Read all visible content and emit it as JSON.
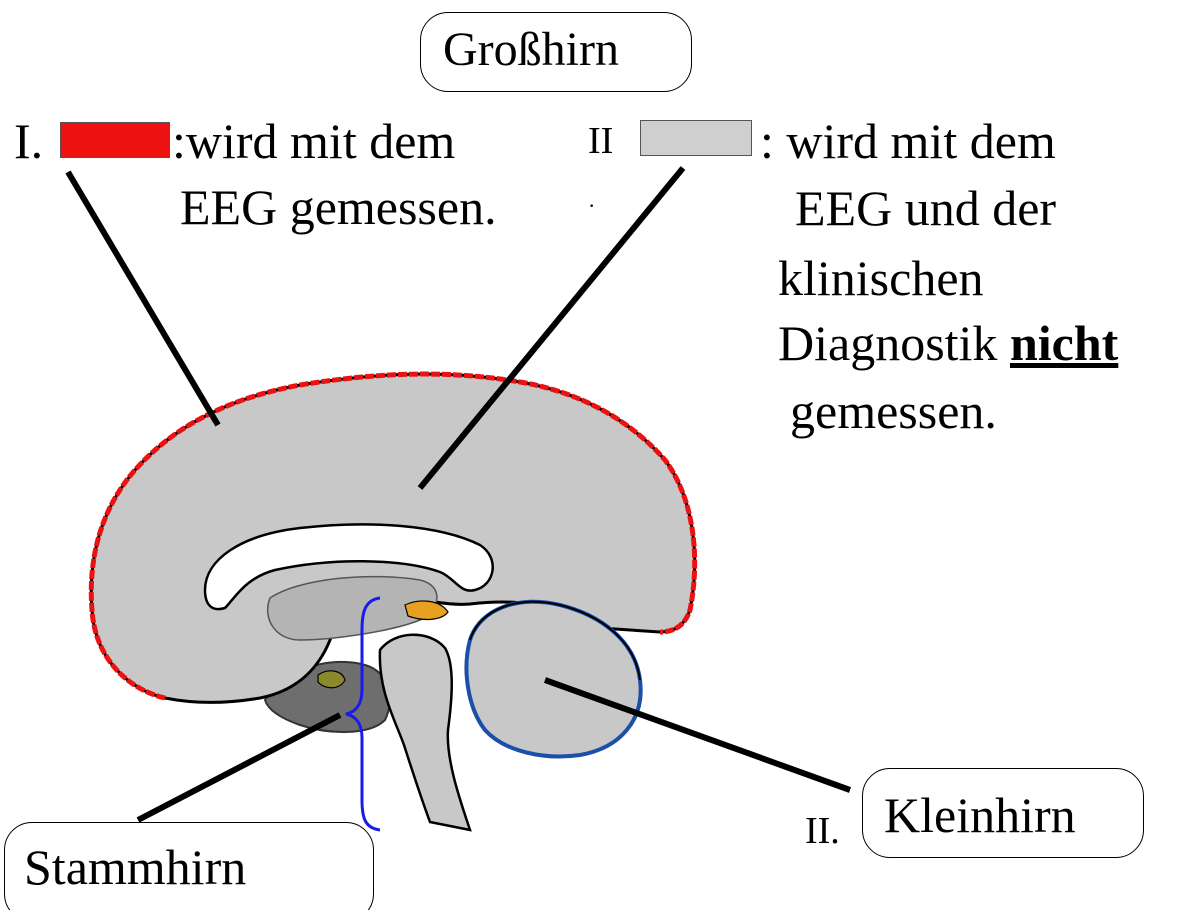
{
  "title_box": {
    "label": "Großhirn"
  },
  "legend_i": {
    "marker": "I.",
    "color": "#ee1111",
    "line1": ":wird mit dem",
    "line2": "EEG gemessen."
  },
  "legend_ii": {
    "marker": "II",
    "color": "#cfcfcf",
    "line1": ": wird mit dem",
    "line2": "EEG und der",
    "line3": "klinischen",
    "line4_prefix": "Diagnostik ",
    "line4_emphasis": "nicht",
    "line5": "gemessen."
  },
  "stray_dot": "·",
  "labels": {
    "kleinhirn_marker": "II.",
    "kleinhirn": "Kleinhirn",
    "stammhirn": "Stammhirn"
  },
  "colors": {
    "cortex_outline": "#ee1111",
    "brain_fill": "#c8c8c8",
    "ventricle_fill": "#ffffff",
    "brainstem_bracket": "#1a1aee",
    "cerebellum_edge": "#1b4fa8",
    "dark_region": "#6e6e6e",
    "orange_accent": "#e8a020",
    "olive_accent": "#8a8a2a"
  }
}
